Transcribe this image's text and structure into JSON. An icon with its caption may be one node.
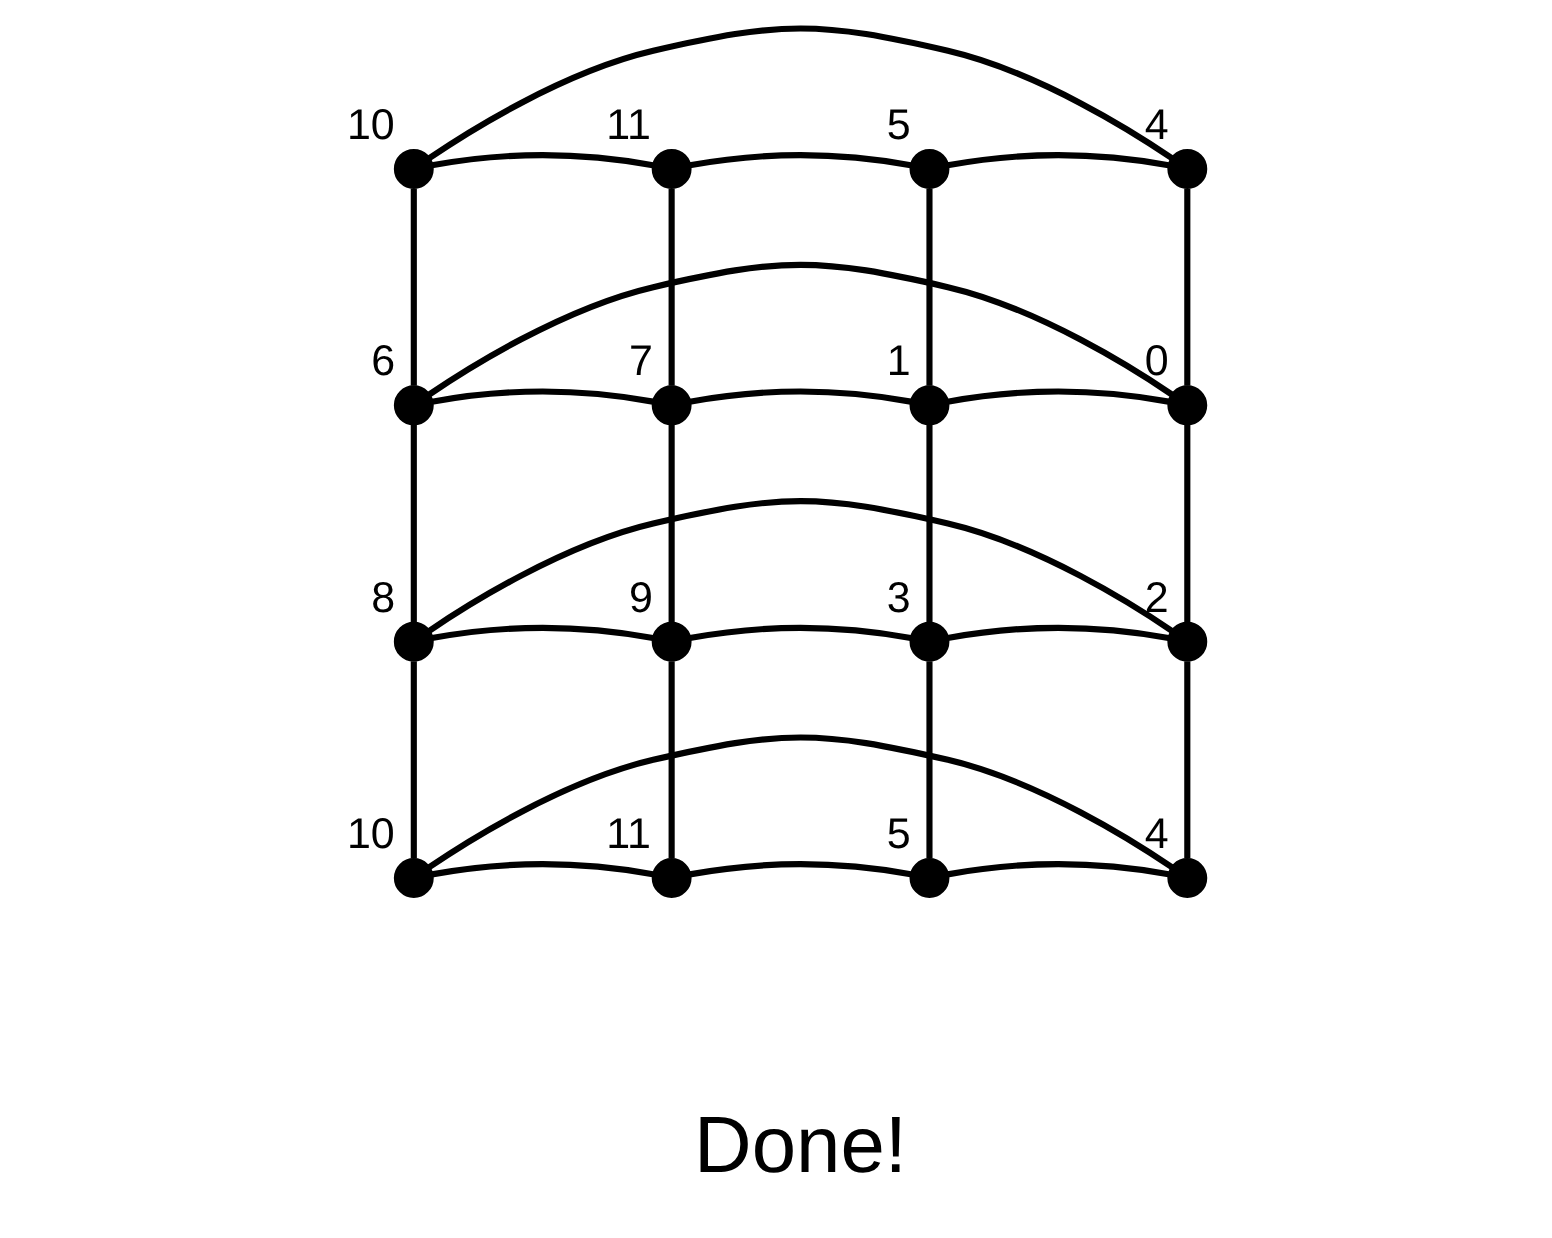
{
  "diagram": {
    "nodes": [
      {
        "text": [],
        "shape": "circle",
        "beside": [
          "10"
        ]
      },
      {
        "text": [],
        "shape": "circle",
        "beside": [
          "11"
        ]
      },
      {
        "text": [],
        "shape": "circle",
        "beside": [
          "6"
        ]
      },
      {
        "text": [],
        "shape": "circle",
        "beside": [
          "7"
        ]
      },
      {
        "text": [],
        "shape": "circle",
        "beside": [
          "8"
        ]
      },
      {
        "text": [],
        "shape": "circle",
        "beside": [
          "9"
        ]
      },
      {
        "text": [],
        "shape": "circle",
        "beside": [
          "10"
        ]
      },
      {
        "text": [],
        "shape": "circle",
        "beside": [
          "11"
        ]
      },
      {
        "text": [],
        "shape": "circle",
        "beside": [
          "5"
        ]
      },
      {
        "text": [],
        "shape": "circle",
        "beside": [
          "4"
        ]
      },
      {
        "text": [],
        "shape": "circle",
        "beside": [
          "2"
        ]
      },
      {
        "text": [],
        "shape": "circle",
        "beside": [
          "3"
        ]
      },
      {
        "text": [],
        "shape": "circle",
        "beside": [
          "0"
        ]
      },
      {
        "text": [],
        "shape": "circle",
        "beside": [
          "1"
        ]
      },
      {
        "text": [],
        "shape": "circle",
        "beside": [
          "4"
        ]
      },
      {
        "text": [],
        "shape": "circle",
        "beside": [
          "5"
        ]
      }
    ],
    "edges": [
      {
        "from": 0,
        "to": 1,
        "arrow": "none"
      },
      {
        "from": 1,
        "to": 15,
        "arrow": "none"
      },
      {
        "from": 15,
        "to": 14,
        "arrow": "none"
      },
      {
        "from": 14,
        "to": 0,
        "arrow": "none"
      },
      {
        "from": 2,
        "to": 3,
        "arrow": "none"
      },
      {
        "from": 3,
        "to": 13,
        "arrow": "none"
      },
      {
        "from": 13,
        "to": 12,
        "arrow": "none"
      },
      {
        "from": 12,
        "to": 2,
        "arrow": "none"
      },
      {
        "from": 4,
        "to": 5,
        "arrow": "none"
      },
      {
        "from": 5,
        "to": 11,
        "arrow": "none"
      },
      {
        "from": 11,
        "to": 10,
        "arrow": "none"
      },
      {
        "from": 10,
        "to": 4,
        "arrow": "none"
      },
      {
        "from": 6,
        "to": 7,
        "arrow": "none"
      },
      {
        "from": 7,
        "to": 8,
        "arrow": "none"
      },
      {
        "from": 8,
        "to": 9,
        "arrow": "none"
      },
      {
        "from": 9,
        "to": 6,
        "arrow": "none"
      },
      {
        "from": 0,
        "to": 2,
        "arrow": "none"
      },
      {
        "from": 2,
        "to": 4,
        "arrow": "none"
      },
      {
        "from": 4,
        "to": 6,
        "arrow": "none"
      },
      {
        "from": 1,
        "to": 3,
        "arrow": "none"
      },
      {
        "from": 3,
        "to": 5,
        "arrow": "none"
      },
      {
        "from": 5,
        "to": 7,
        "arrow": "none"
      },
      {
        "from": 14,
        "to": 12,
        "arrow": "none"
      },
      {
        "from": 12,
        "to": 10,
        "arrow": "none"
      },
      {
        "from": 10,
        "to": 9,
        "arrow": "none"
      },
      {
        "from": 15,
        "to": 13,
        "arrow": "none"
      },
      {
        "from": 13,
        "to": 11,
        "arrow": "none"
      },
      {
        "from": 11,
        "to": 8,
        "arrow": "none"
      }
    ],
    "labels": [
      "Done!"
    ]
  }
}
